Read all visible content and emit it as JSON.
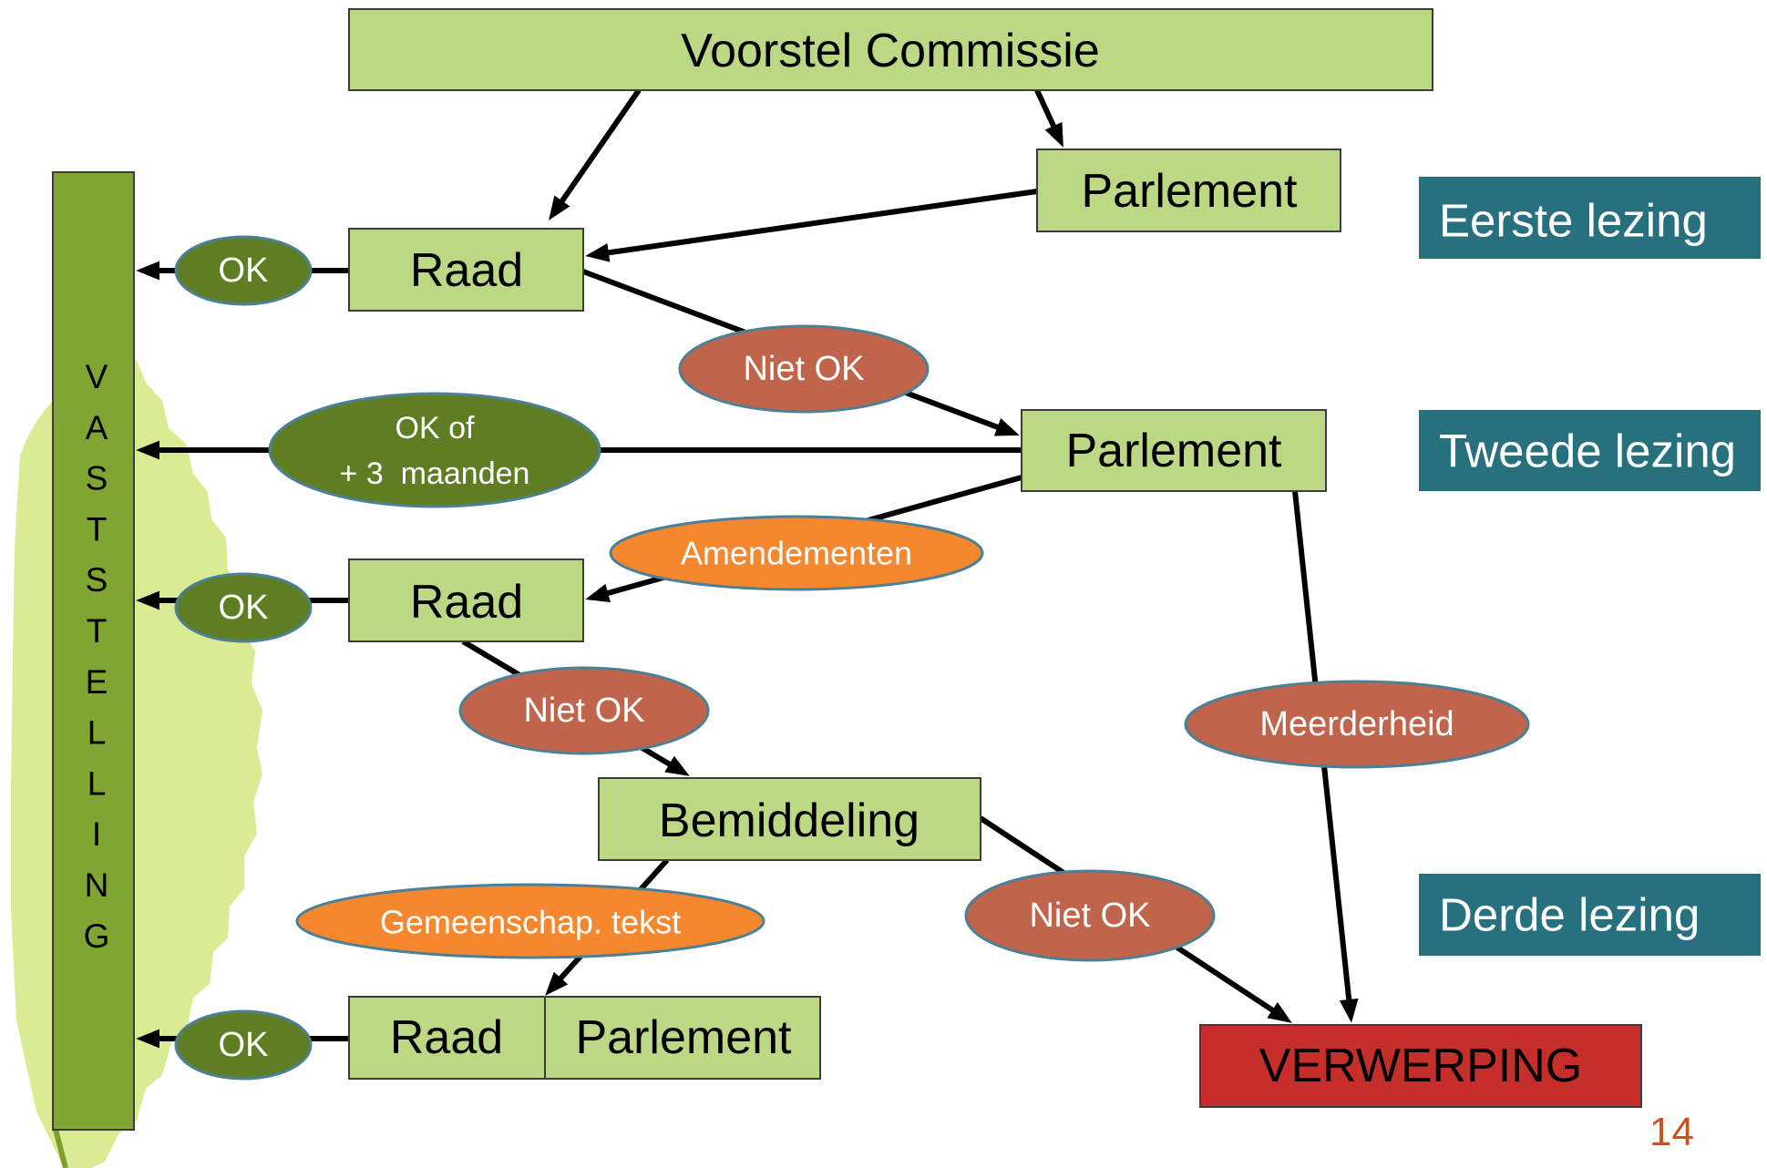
{
  "slide": {
    "title_box": "Voorstel Commissie",
    "page_number": "14"
  },
  "readings": [
    "Eerste lezing",
    "Tweede lezing",
    "Derde lezing"
  ],
  "vaststelling": "VASTSTELLING",
  "nodes": {
    "parlement_first": "Parlement",
    "raad_first": "Raad",
    "parlement_second": "Parlement",
    "raad_second": "Raad",
    "bemiddeling": "Bemiddeling",
    "raad_third": "Raad",
    "parlement_third": "Parlement",
    "verwerping": "VERWERPING"
  },
  "labels": {
    "ok_first": "OK",
    "niet_ok_first": "Niet OK",
    "ok_of_line1": "OK of",
    "ok_of_line2": "+ 3  maanden",
    "amendementen": "Amendementen",
    "ok_second": "OK",
    "niet_ok_second": "Niet OK",
    "meerderheid": "Meerderheid",
    "gemeenschap_tekst": "Gemeenschap. tekst",
    "niet_ok_third": "Niet OK",
    "ok_third": "OK"
  },
  "colors": {
    "leaf": "#daec93",
    "vaststelling_bar": "#80a532",
    "box": "#bcd884",
    "reading_box": "#27707e",
    "ok_ellipse": "#5f7e24",
    "niet_ok_ellipse": "#c1644c",
    "orange_ellipse": "#f5872f",
    "ellipse_border": "#4b8097",
    "verwerping": "#c62e2c",
    "page_number": "#c9521f"
  }
}
